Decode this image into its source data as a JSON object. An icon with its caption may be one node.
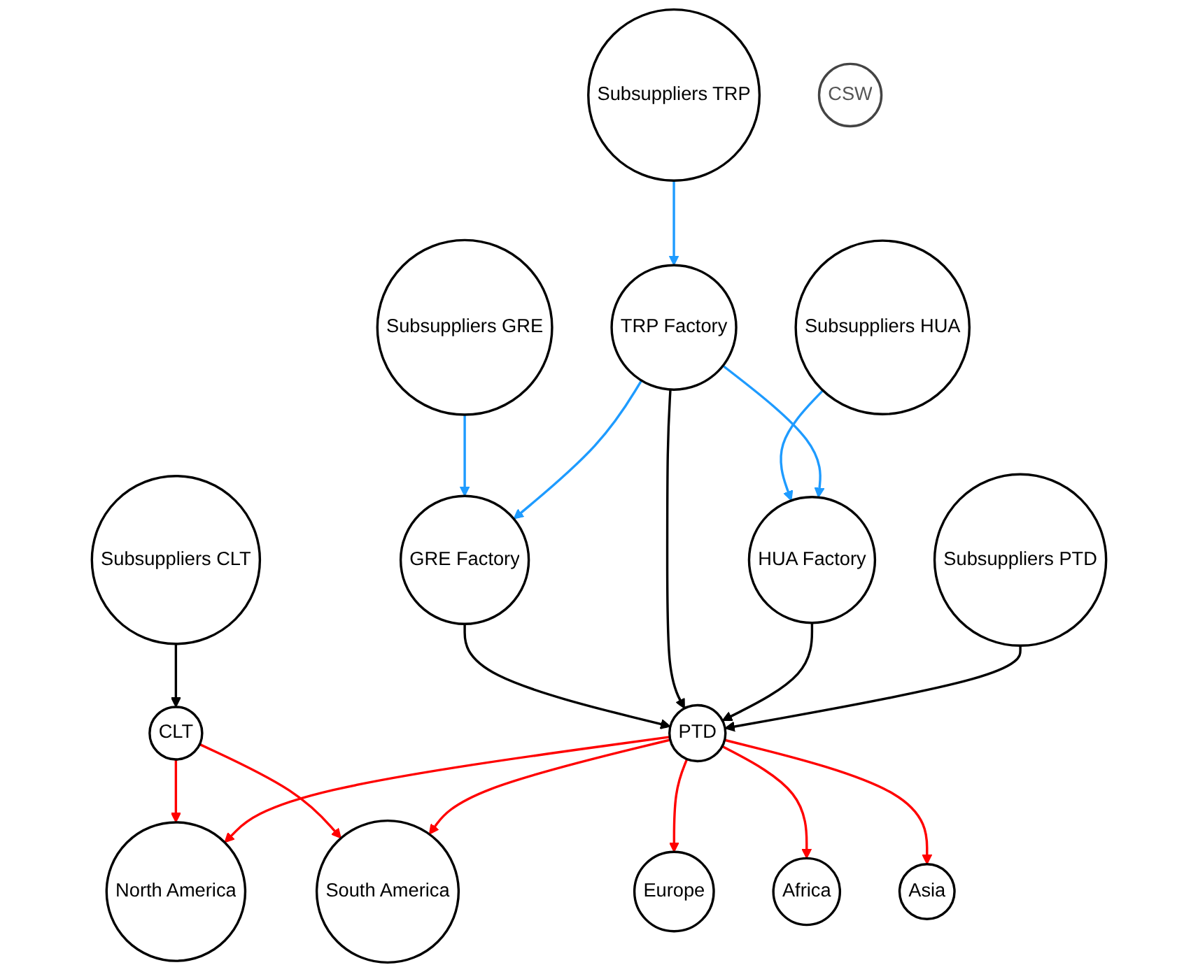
{
  "diagram": {
    "nodes": [
      {
        "text": [
          "Subsuppliers CLT"
        ]
      },
      {
        "text": [
          "Subsuppliers GRE"
        ]
      },
      {
        "text": [
          "Subsuppliers TRP"
        ]
      },
      {
        "text": [
          "Subsuppliers HUA"
        ]
      },
      {
        "text": [
          "GRE Factory"
        ]
      },
      {
        "text": [
          "TRP Factory"
        ]
      },
      {
        "text": [
          "HUA Factory"
        ]
      },
      {
        "text": [
          "Subsuppliers PTD"
        ]
      },
      {
        "text": [
          "CLT"
        ]
      },
      {
        "text": [
          "CSW"
        ]
      },
      {
        "text": [
          "PTD"
        ]
      },
      {
        "text": [
          "North America"
        ]
      },
      {
        "text": [
          "Asia"
        ]
      },
      {
        "text": [
          "South America"
        ]
      },
      {
        "text": [
          "Africa"
        ]
      },
      {
        "text": [
          "Europe"
        ]
      }
    ],
    "edges": [
      {
        "from": 0,
        "to": 8,
        "arrow": "to",
        "color": "#000000"
      },
      {
        "from": 1,
        "to": 4,
        "arrow": "to",
        "color": "#1e9bff"
      },
      {
        "from": 2,
        "to": 5,
        "arrow": "to",
        "color": "#1e9bff"
      },
      {
        "from": 3,
        "to": 6,
        "arrow": "to",
        "color": "#1e9bff"
      },
      {
        "from": 5,
        "to": 4,
        "arrow": "to",
        "color": "#1e9bff"
      },
      {
        "from": 5,
        "to": 6,
        "arrow": "to",
        "color": "#1e9bff"
      },
      {
        "from": 4,
        "to": 10,
        "arrow": "to",
        "color": "#000000"
      },
      {
        "from": 5,
        "to": 10,
        "arrow": "to",
        "color": "#000000"
      },
      {
        "from": 6,
        "to": 10,
        "arrow": "to",
        "color": "#000000"
      },
      {
        "from": 7,
        "to": 10,
        "arrow": "to",
        "color": "#000000"
      },
      {
        "from": 8,
        "to": 11,
        "arrow": "to",
        "color": "#ff0000"
      },
      {
        "from": 8,
        "to": 13,
        "arrow": "to",
        "color": "#ff0000"
      },
      {
        "from": 10,
        "to": 11,
        "arrow": "to",
        "color": "#ff0000"
      },
      {
        "from": 10,
        "to": 13,
        "arrow": "to",
        "color": "#ff0000"
      },
      {
        "from": 10,
        "to": 15,
        "arrow": "to",
        "color": "#ff0000"
      },
      {
        "from": 10,
        "to": 14,
        "arrow": "to",
        "color": "#ff0000"
      },
      {
        "from": 10,
        "to": 12,
        "arrow": "to",
        "color": "#ff0000"
      }
    ]
  }
}
